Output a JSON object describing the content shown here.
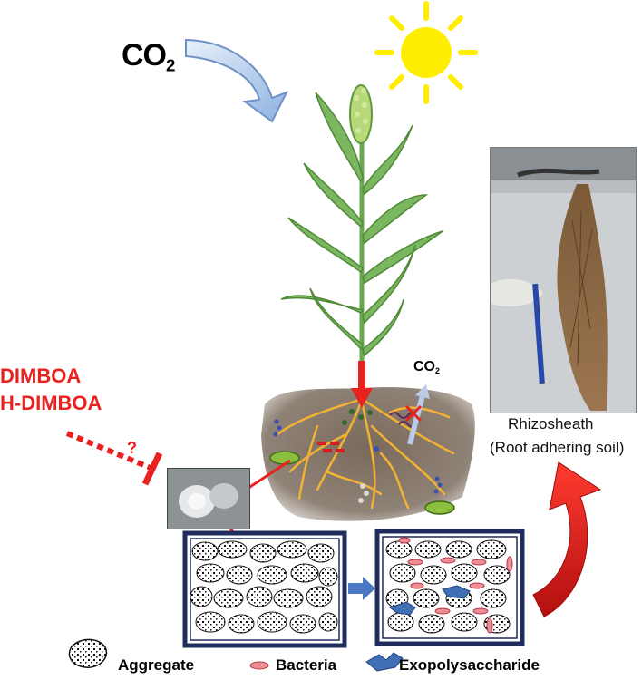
{
  "labels": {
    "co2_main": "CO",
    "co2_main_sub": "2",
    "co2_small": "CO",
    "co2_small_sub": "2",
    "dimboa": "DIMBOA",
    "h_dimboa": "H-DIMBOA",
    "question": "?",
    "rhizosheath": "Rhizosheath",
    "rhizosheath_sub": "(Root adhering soil)"
  },
  "legend": {
    "aggregate": "Aggregate",
    "bacteria": "Bacteria",
    "exopolysaccharide": "Exopolysaccharide"
  },
  "colors": {
    "inhibition_red": "#e8221f",
    "stem_green": "#6aa84f",
    "root_yellow": "#f2b233",
    "box_navy": "#1f2d5c",
    "arrow_blue": "#4a78c2",
    "sun_yellow": "#ffee00",
    "bacteria_pink": "#ef8d94",
    "eps_blue": "#3f6fb5"
  },
  "icons": [
    "sun-icon",
    "co2-arrow-icon",
    "plant-icon",
    "inhibition-icon",
    "curved-red-arrow-icon"
  ]
}
